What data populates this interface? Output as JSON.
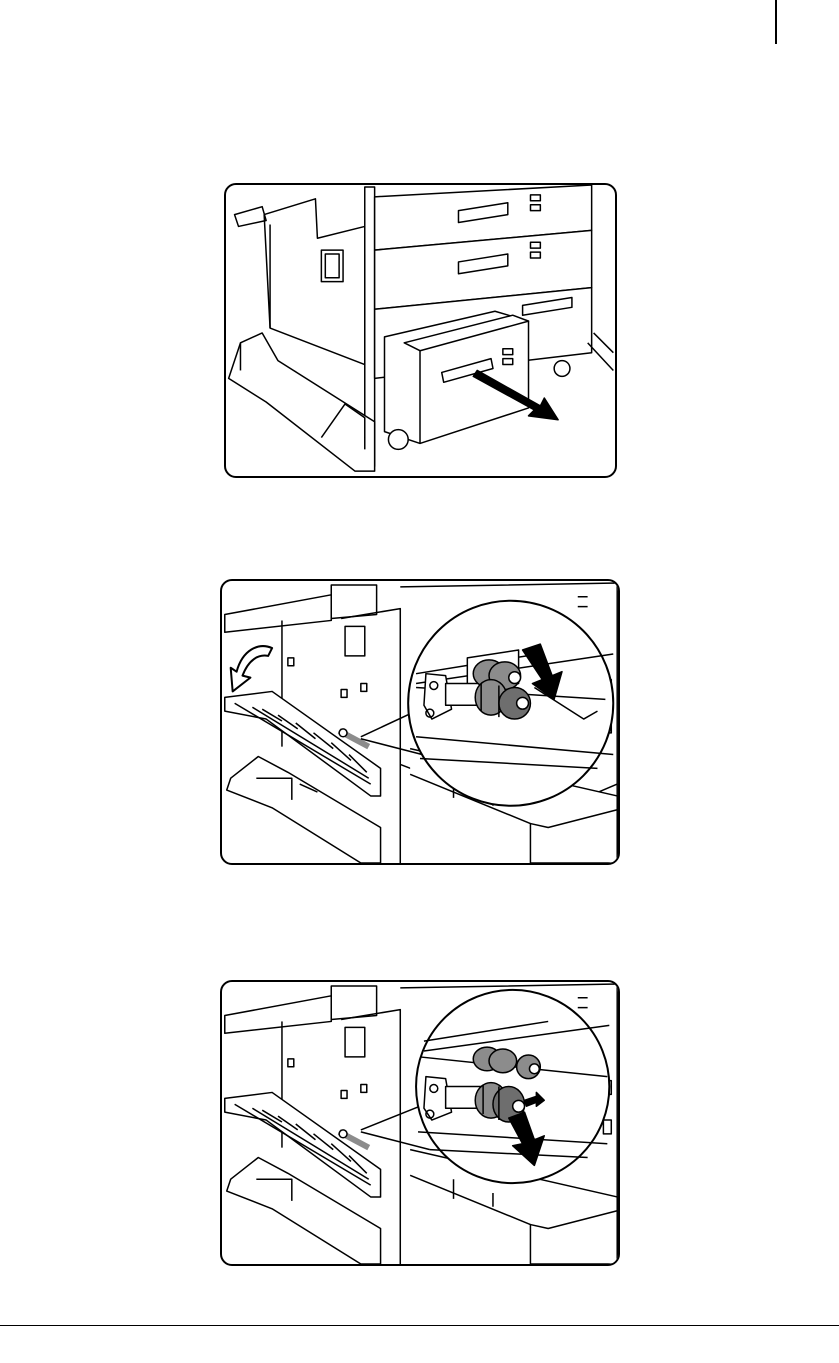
{
  "document": {
    "figures": [
      {
        "id": "fig1",
        "depicts": "copier-with-lower-paper-tray-pulled-out",
        "icon": "arrow-pull-out-icon"
      },
      {
        "id": "fig2",
        "depicts": "side-door-opened-with-feed-roller-detail-inset",
        "icon": "curved-arrow-open-icon"
      },
      {
        "id": "fig3",
        "depicts": "feed-roller-being-removed-detail-inset",
        "icon": "arrow-remove-icon"
      }
    ]
  },
  "colors": {
    "line": "#000000",
    "roller": "#8c8c8c",
    "roller_dark": "#6e6e6e",
    "background": "#ffffff"
  }
}
